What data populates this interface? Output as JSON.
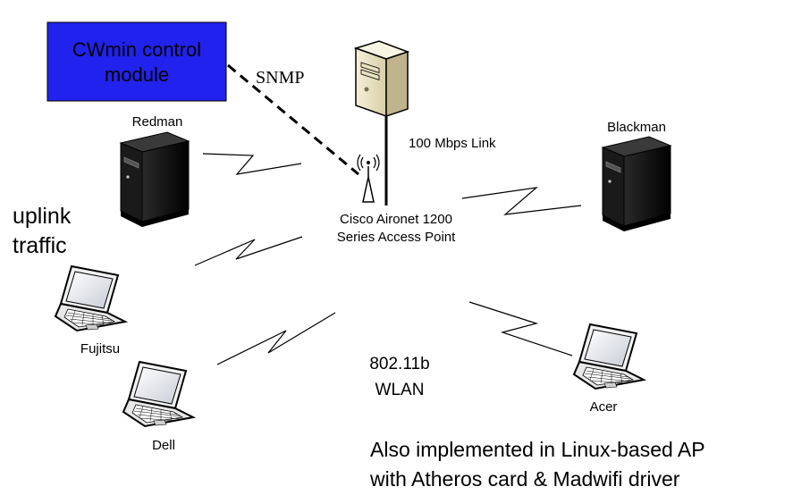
{
  "module": {
    "line1": "CWmin control",
    "line2": "module",
    "fill": "#2222ee"
  },
  "snmp_label": "SNMP",
  "link_label": "100 Mbps Link",
  "access_point": {
    "line1": "Cisco Aironet 1200",
    "line2": "Series Access Point",
    "icon": "wireless-access-point-icon"
  },
  "server_icon": "server-tower-icon",
  "nodes": {
    "redman": "Redman",
    "blackman": "Blackman",
    "fujitsu": "Fujitsu",
    "dell": "Dell",
    "acer": "Acer"
  },
  "uplink": {
    "line1": "uplink",
    "line2": "traffic"
  },
  "wlan": {
    "line1": "802.11b",
    "line2": "WLAN"
  },
  "note": {
    "line1": "Also implemented in Linux-based AP",
    "line2": "with Atheros card & Madwifi driver"
  }
}
